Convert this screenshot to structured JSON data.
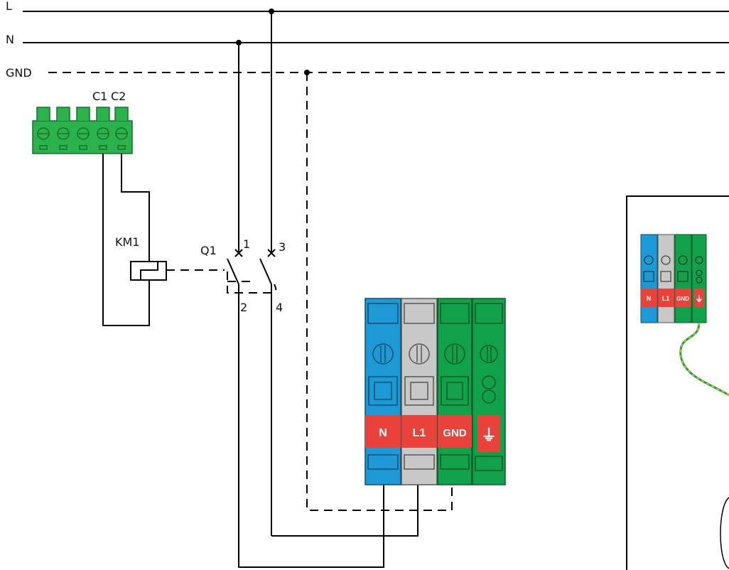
{
  "buses": {
    "L": "L",
    "N": "N",
    "GND": "GND"
  },
  "connector": {
    "pin_c1": "C1",
    "pin_c2": "C2"
  },
  "contactor": {
    "label": "KM1"
  },
  "breaker": {
    "label": "Q1",
    "terminal_1": "1",
    "terminal_2": "2",
    "terminal_3": "3",
    "terminal_4": "4"
  },
  "terminal_block": {
    "n": "N",
    "l1": "L1",
    "gnd": "GND",
    "earth_symbol": "⏚"
  },
  "terminal_block_small": {
    "n": "N",
    "l1": "L1",
    "gnd": "GND",
    "earth_symbol": "⏚"
  },
  "colors": {
    "neutral_blue": "#1d9ad6",
    "phase_grey": "#c8c8c8",
    "ground_green": "#10a14a",
    "label_red": "#e8423a",
    "connector_green": "#2bb24c",
    "ground_wire_yellow": "#c9d23a",
    "ground_wire_green": "#2c9c3a"
  }
}
